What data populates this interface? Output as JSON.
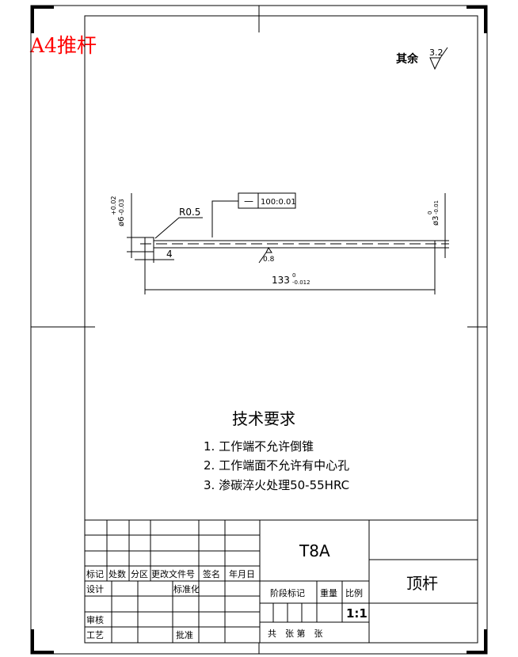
{
  "sheet_label": "A4推杆",
  "sheet_label_color": "#ff0000",
  "roughness_note": {
    "label": "其余",
    "value": "3.2"
  },
  "dimensions": {
    "head_diameter": "ø6",
    "head_tol_upper": "+0.02",
    "head_tol_lower": "-0.03",
    "fillet": "R0.5",
    "head_length": "4",
    "total_length": "133",
    "total_tol_upper": "0",
    "total_tol_lower": "-0.012",
    "rod_diameter": "ø3",
    "rod_tol_upper": "0",
    "rod_tol_lower": "-0.01",
    "straightness_symbol": "—",
    "straightness_value": "100:0.01",
    "surface_roughness": "0.8"
  },
  "tech_requirements": {
    "heading": "技术要求",
    "items": [
      "1. 工作端不允许倒锥",
      "2. 工作端面不允许有中心孔",
      "3. 渗碳淬火处理50-55HRC"
    ]
  },
  "title_block": {
    "headers": [
      "标记",
      "处数",
      "分区",
      "更改文件号",
      "签名",
      "年月日"
    ],
    "design": "设计",
    "standardization": "标准化",
    "review": "审核",
    "process": "工艺",
    "approve": "批准",
    "material": "T8A",
    "stage_mark": "阶段标记",
    "weight": "重量",
    "scale_label": "比例",
    "scale": "1:1",
    "sheets": "共　张 第　张",
    "part_name": "顶杆"
  }
}
